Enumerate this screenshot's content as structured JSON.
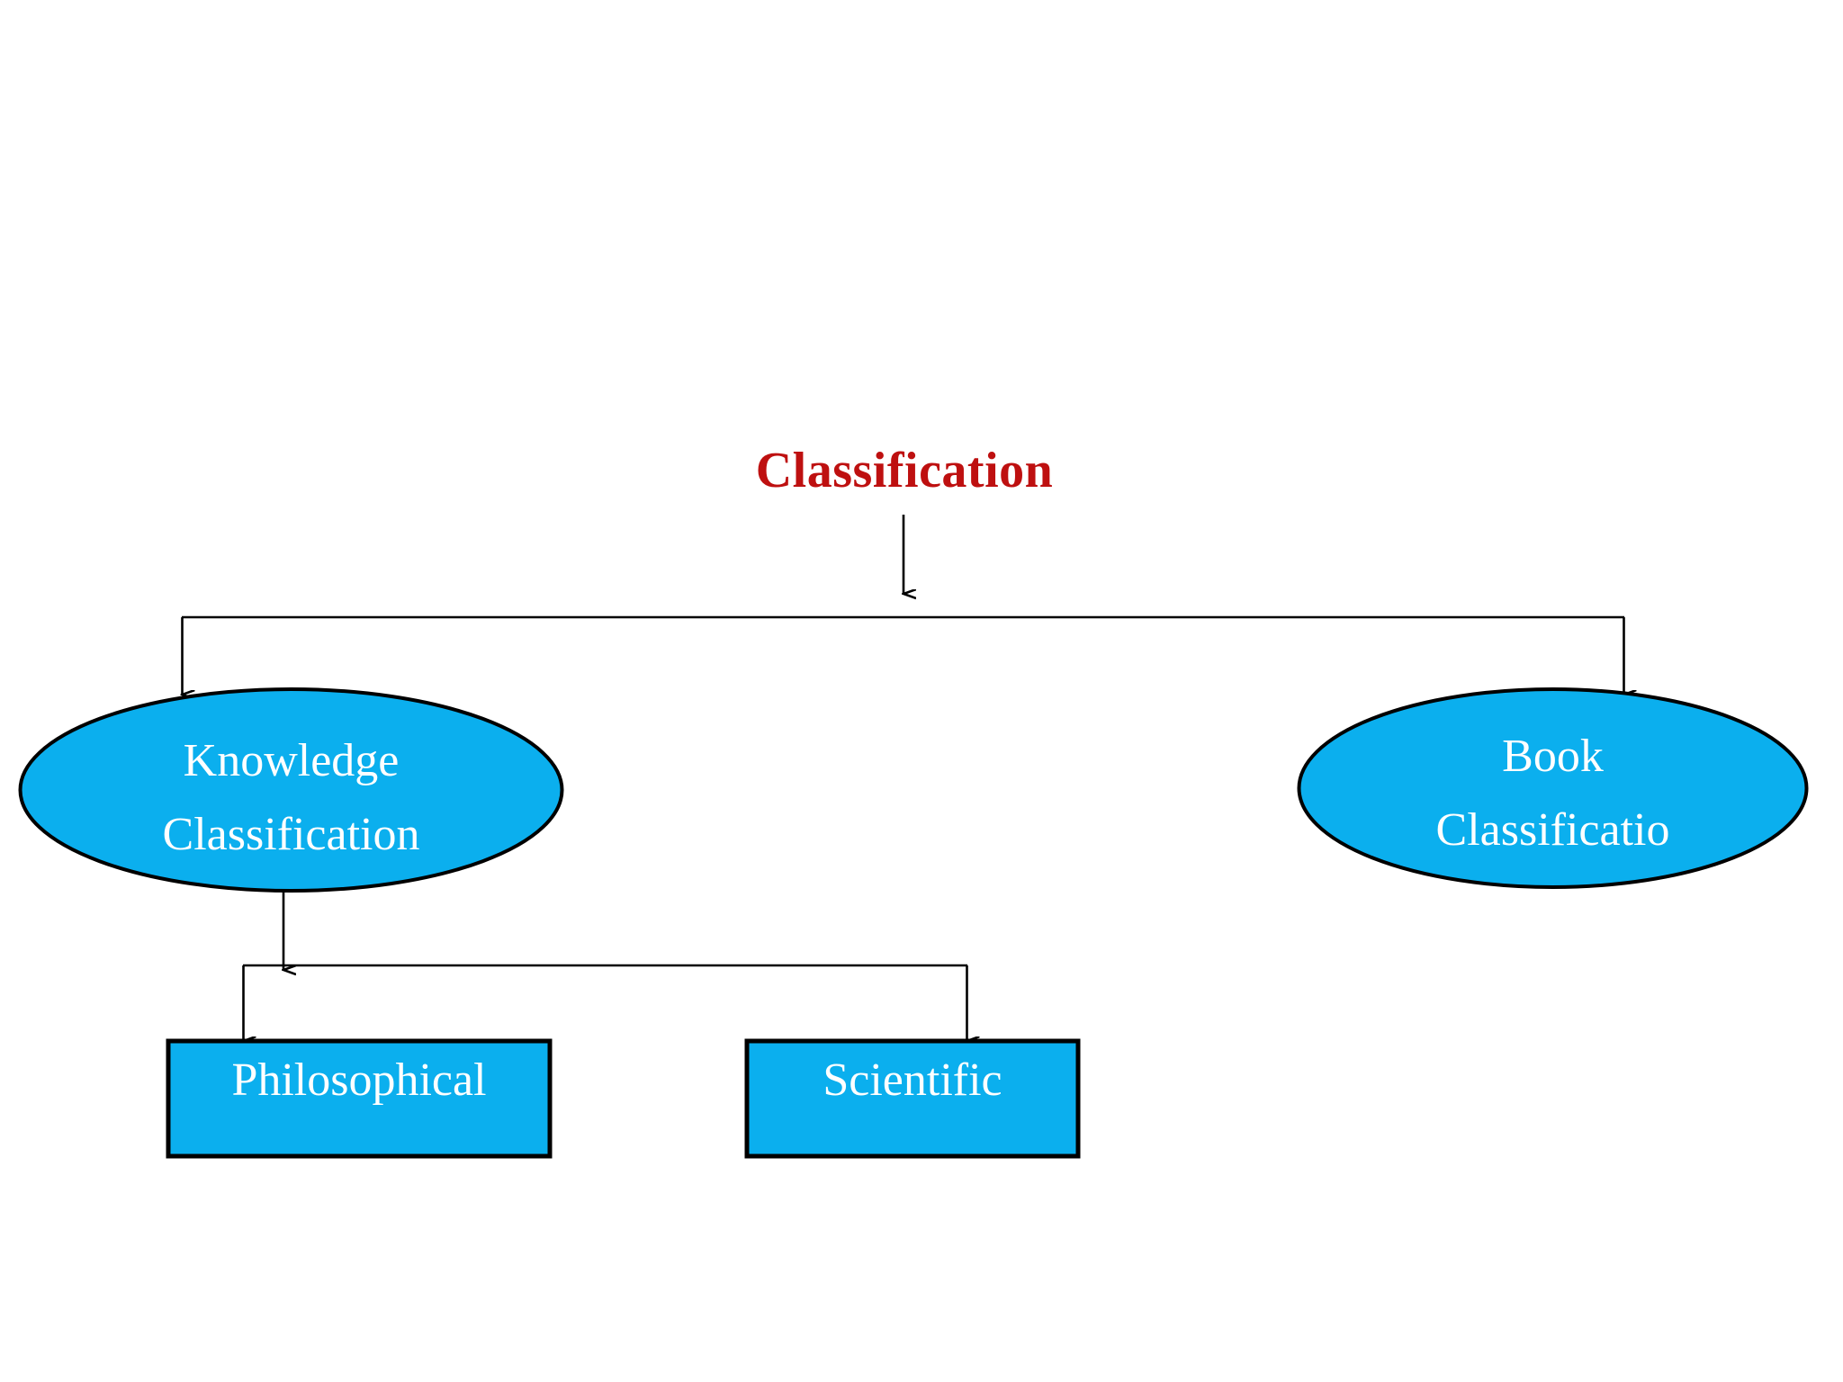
{
  "diagram": {
    "title": "Classification",
    "title_color": "#BE1010",
    "node_fill": "#0BAFEE",
    "node_stroke": "#000000",
    "node_text_color": "#FFFFFF",
    "background": "#FFFFFF",
    "root": {
      "id": "classification",
      "label": "Classification",
      "shape": "text"
    },
    "level1": [
      {
        "id": "knowledge-classification",
        "shape": "ellipse",
        "label": "Knowledge Classification",
        "line1": "Knowledge",
        "line2": "Classification"
      },
      {
        "id": "book-classification",
        "shape": "ellipse",
        "label": "Book Classificatio",
        "line1": "Book",
        "line2": "Classificatio"
      }
    ],
    "level2": [
      {
        "id": "philosophical",
        "shape": "rectangle",
        "label": "Philosophical",
        "parent": "knowledge-classification"
      },
      {
        "id": "scientific",
        "shape": "rectangle",
        "label": "Scientific",
        "parent": "knowledge-classification"
      }
    ],
    "connectors": [
      {
        "from": "classification",
        "to": "knowledge-classification",
        "style": "elbow-arrow"
      },
      {
        "from": "classification",
        "to": "book-classification",
        "style": "elbow-arrow"
      },
      {
        "from": "knowledge-classification",
        "to": "philosophical",
        "style": "elbow-arrow"
      },
      {
        "from": "knowledge-classification",
        "to": "scientific",
        "style": "elbow-arrow"
      }
    ]
  }
}
